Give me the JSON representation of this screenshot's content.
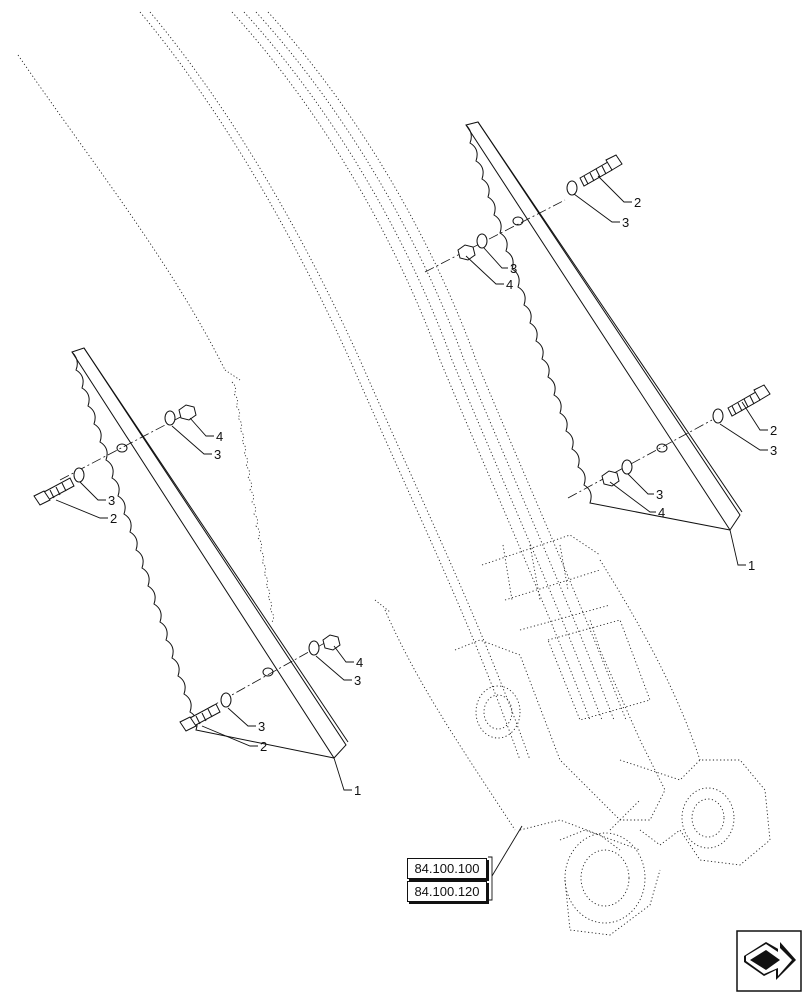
{
  "callouts": {
    "upper_bolt_top": "2",
    "upper_washer_top": "3",
    "upper_washer_mid": "3",
    "upper_nut_mid": "4",
    "upper_bolt_low": "2",
    "upper_washer_low": "3",
    "upper_washer_bot": "3",
    "upper_nut_bot": "4",
    "upper_strip": "1",
    "lower_nut_top": "4",
    "lower_washer_top": "3",
    "lower_washer_mid": "3",
    "lower_bolt_mid": "2",
    "lower_nut_bot": "4",
    "lower_washer_bot": "3",
    "lower_washer_low": "3",
    "lower_bolt_low": "2",
    "lower_strip": "1"
  },
  "references": [
    "84.100.100",
    "84.100.120"
  ],
  "navigation": {
    "icon": "next-page-arrow-icon"
  }
}
